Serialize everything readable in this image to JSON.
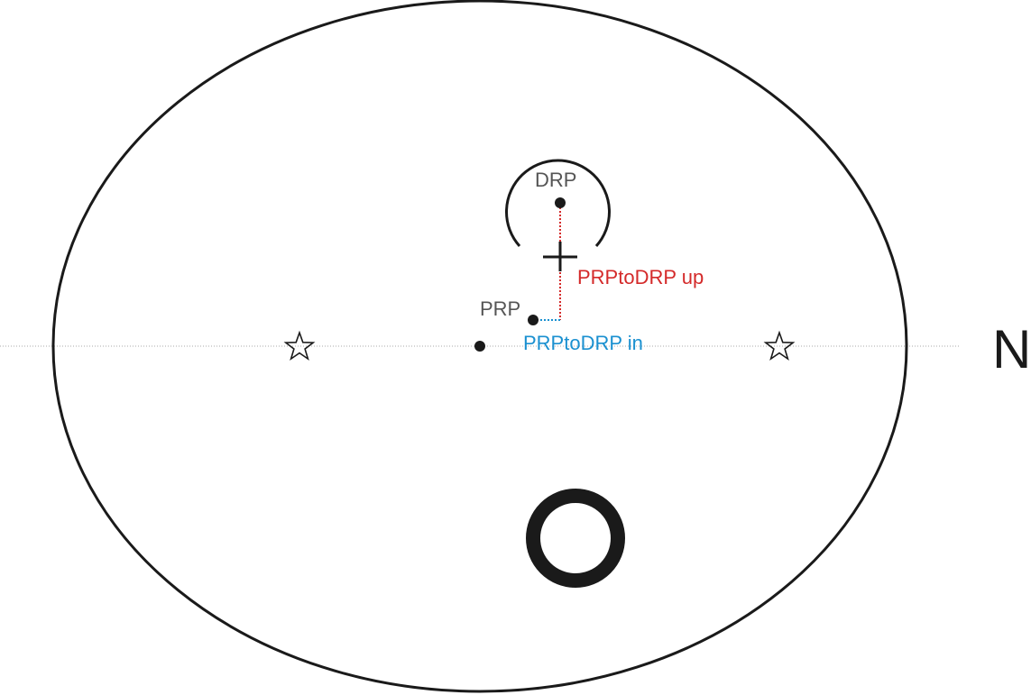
{
  "labels": {
    "drp": "DRP",
    "prp": "PRP",
    "up": "PRPtoDRP up",
    "in": "PRPtoDRP in",
    "side": "N"
  },
  "colors": {
    "label_gray": "#555555",
    "up_red": "#d42a2a",
    "in_blue": "#1a90d0",
    "outline": "#1a1a1a",
    "axis_gray": "#aaaaaa"
  },
  "icons": {
    "star": "star-outline-icon",
    "crosshair": "crosshair-icon"
  }
}
